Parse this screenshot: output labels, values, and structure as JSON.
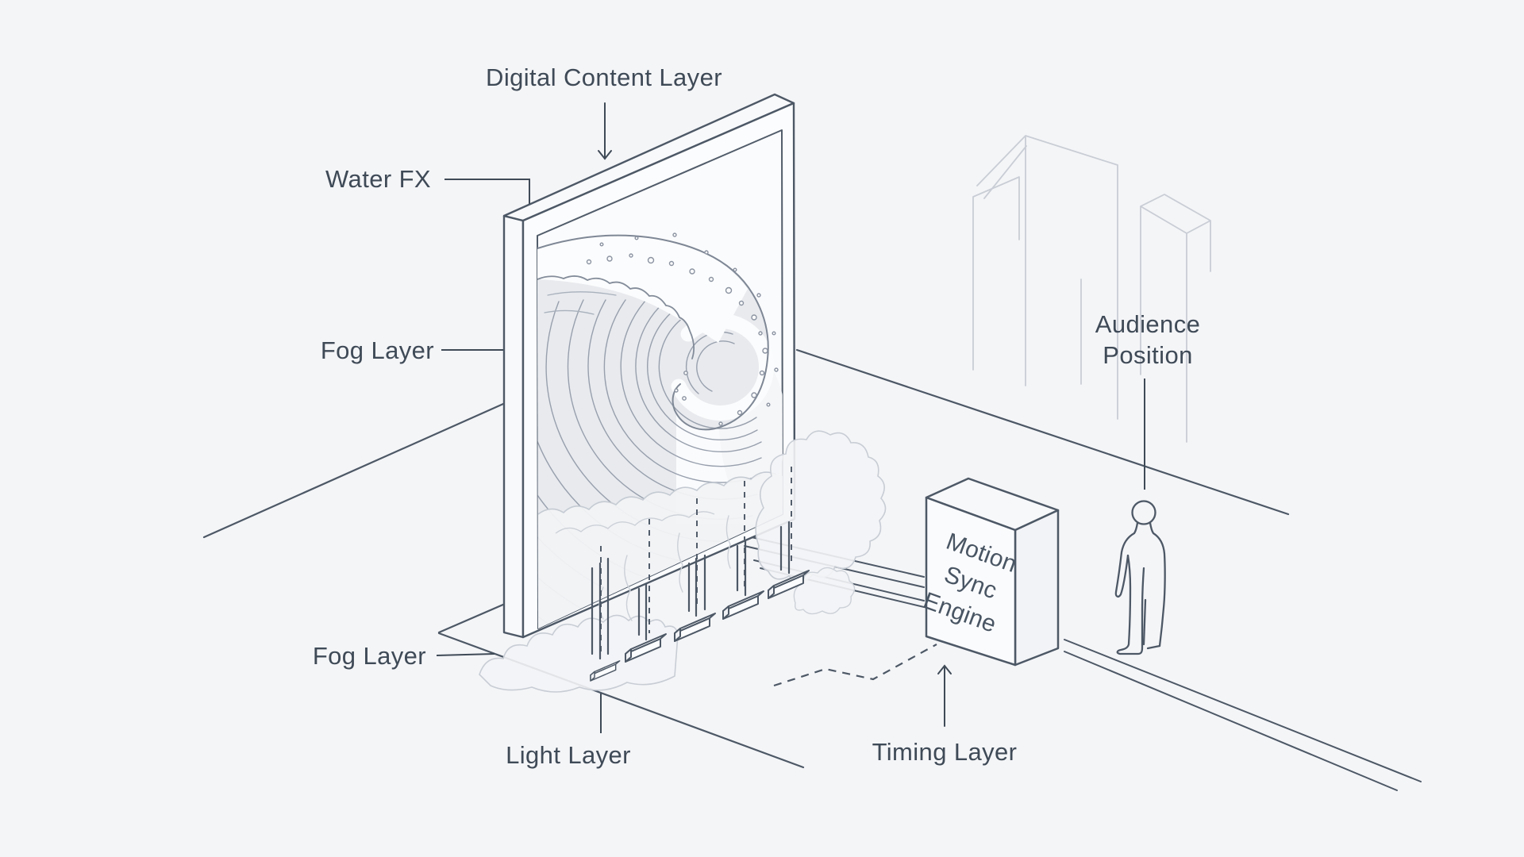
{
  "diagram": {
    "description": "Isometric schematic of an anamorphic wave billboard installation with effect layers",
    "labels": {
      "digital_content_layer": "Digital Content Layer",
      "water_fx": "Water FX",
      "fog_layer_upper": "Fog Layer",
      "fog_layer_lower": "Fog Layer",
      "light_layer": "Light Layer",
      "timing_layer": "Timing Layer",
      "audience_position_line1": "Audience",
      "audience_position_line2": "Position"
    },
    "engine_box": {
      "line1": "Motion",
      "line2": "Sync",
      "line3": "Engine"
    },
    "colors": {
      "background": "#f4f5f7",
      "primary_line": "#4d5866",
      "label_text": "#3f4a57",
      "faint_line": "#c9cdd5",
      "wave_fill": "#e8eaee",
      "fog_fill": "#f2f3f5"
    }
  }
}
